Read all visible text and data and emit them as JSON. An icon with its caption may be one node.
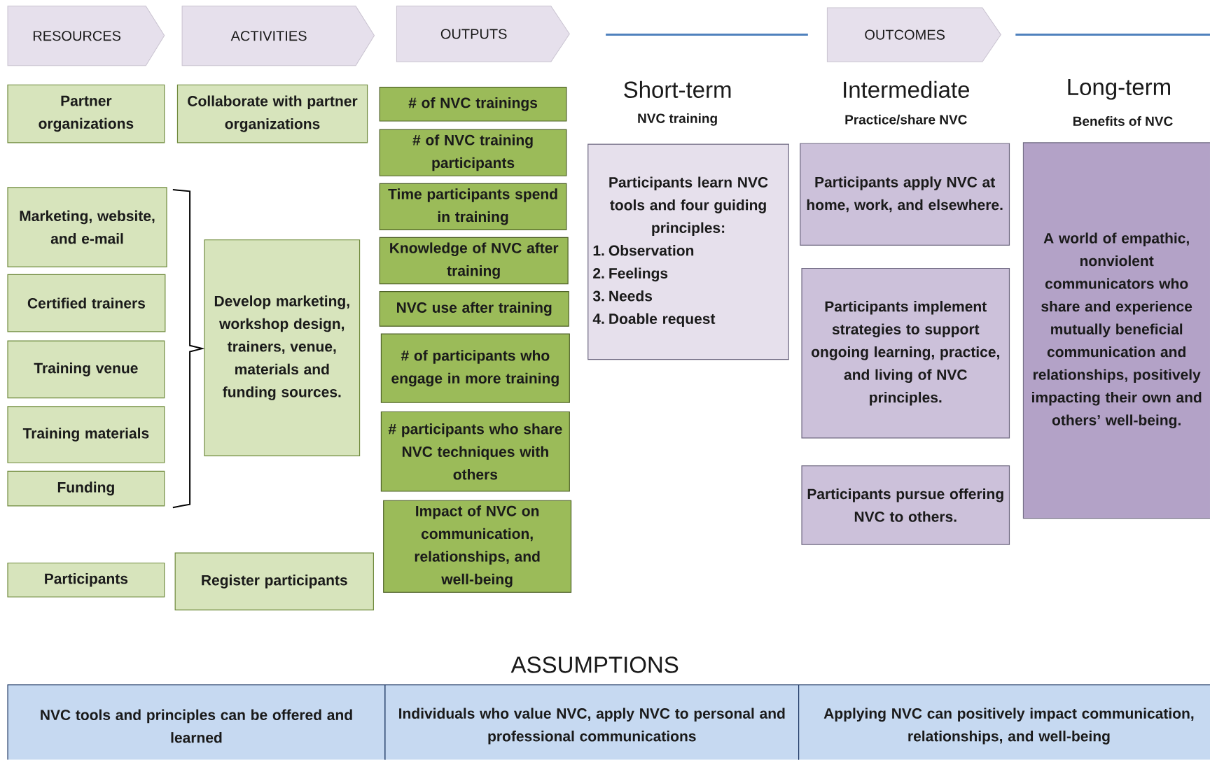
{
  "diagram": {
    "nodes": [
      {
        "text": [
          "RESOURCES"
        ]
      },
      {
        "text": [
          "ACTIVITIES"
        ]
      },
      {
        "text": [
          "OUTPUTS"
        ]
      },
      {
        "text": [
          "OUTCOMES"
        ]
      },
      {
        "text": [
          "Partner organizations"
        ]
      },
      {
        "text": [
          "Marketing, website, and e-mail"
        ]
      },
      {
        "text": [
          "Certified trainers"
        ]
      },
      {
        "text": [
          "Training venue"
        ]
      },
      {
        "text": [
          "Training materials"
        ]
      },
      {
        "text": [
          "Funding"
        ]
      },
      {
        "text": [
          "Participants"
        ]
      },
      {
        "text": [
          "Collaborate with partner organizations"
        ]
      },
      {
        "text": [
          "Develop marketing, workshop design, trainers, venue, materials and funding sources."
        ]
      },
      {
        "text": [
          "Register participants"
        ]
      },
      {
        "text": [
          "# of NVC trainings"
        ]
      },
      {
        "text": [
          "# of NVC training participants"
        ]
      },
      {
        "text": [
          "Time participants spend in training"
        ]
      },
      {
        "text": [
          "Knowledge of NVC after training"
        ]
      },
      {
        "text": [
          "NVC use after training"
        ]
      },
      {
        "text": [
          "# of participants who engage in more training"
        ]
      },
      {
        "text": [
          "# participants who share NVC techniques with others"
        ]
      },
      {
        "text": [
          "Impact of NVC on communication, relationships, and well-being"
        ]
      },
      {
        "text": [
          "Participants learn NVC tools and four guiding principles:",
          "1. Observation",
          "2. Feelings",
          "3. Needs",
          "4. Doable request"
        ]
      },
      {
        "text": [
          "Participants apply NVC at home, work, and elsewhere."
        ]
      },
      {
        "text": [
          "Participants implement strategies to support ongoing learning, practice, and living of NVC principles."
        ]
      },
      {
        "text": [
          "Participants pursue offering NVC to others."
        ]
      },
      {
        "text": [
          "A world of empathic, nonviolent communicators who share and experience mutually beneficial communication and relationships, positively impacting their own and others’ well-being."
        ]
      },
      {
        "text": [
          "NVC tools and principles can be offered and learned"
        ]
      },
      {
        "text": [
          "Individuals who value NVC, apply NVC to personal and professional communications"
        ]
      },
      {
        "text": [
          "Applying NVC can positively impact communication, relationships, and well-being"
        ]
      }
    ],
    "labels": [
      "Short-term",
      "NVC training",
      "Intermediate",
      "Practice/share NVC",
      "Long-term",
      "Benefits of NVC",
      "ASSUMPTIONS"
    ]
  }
}
